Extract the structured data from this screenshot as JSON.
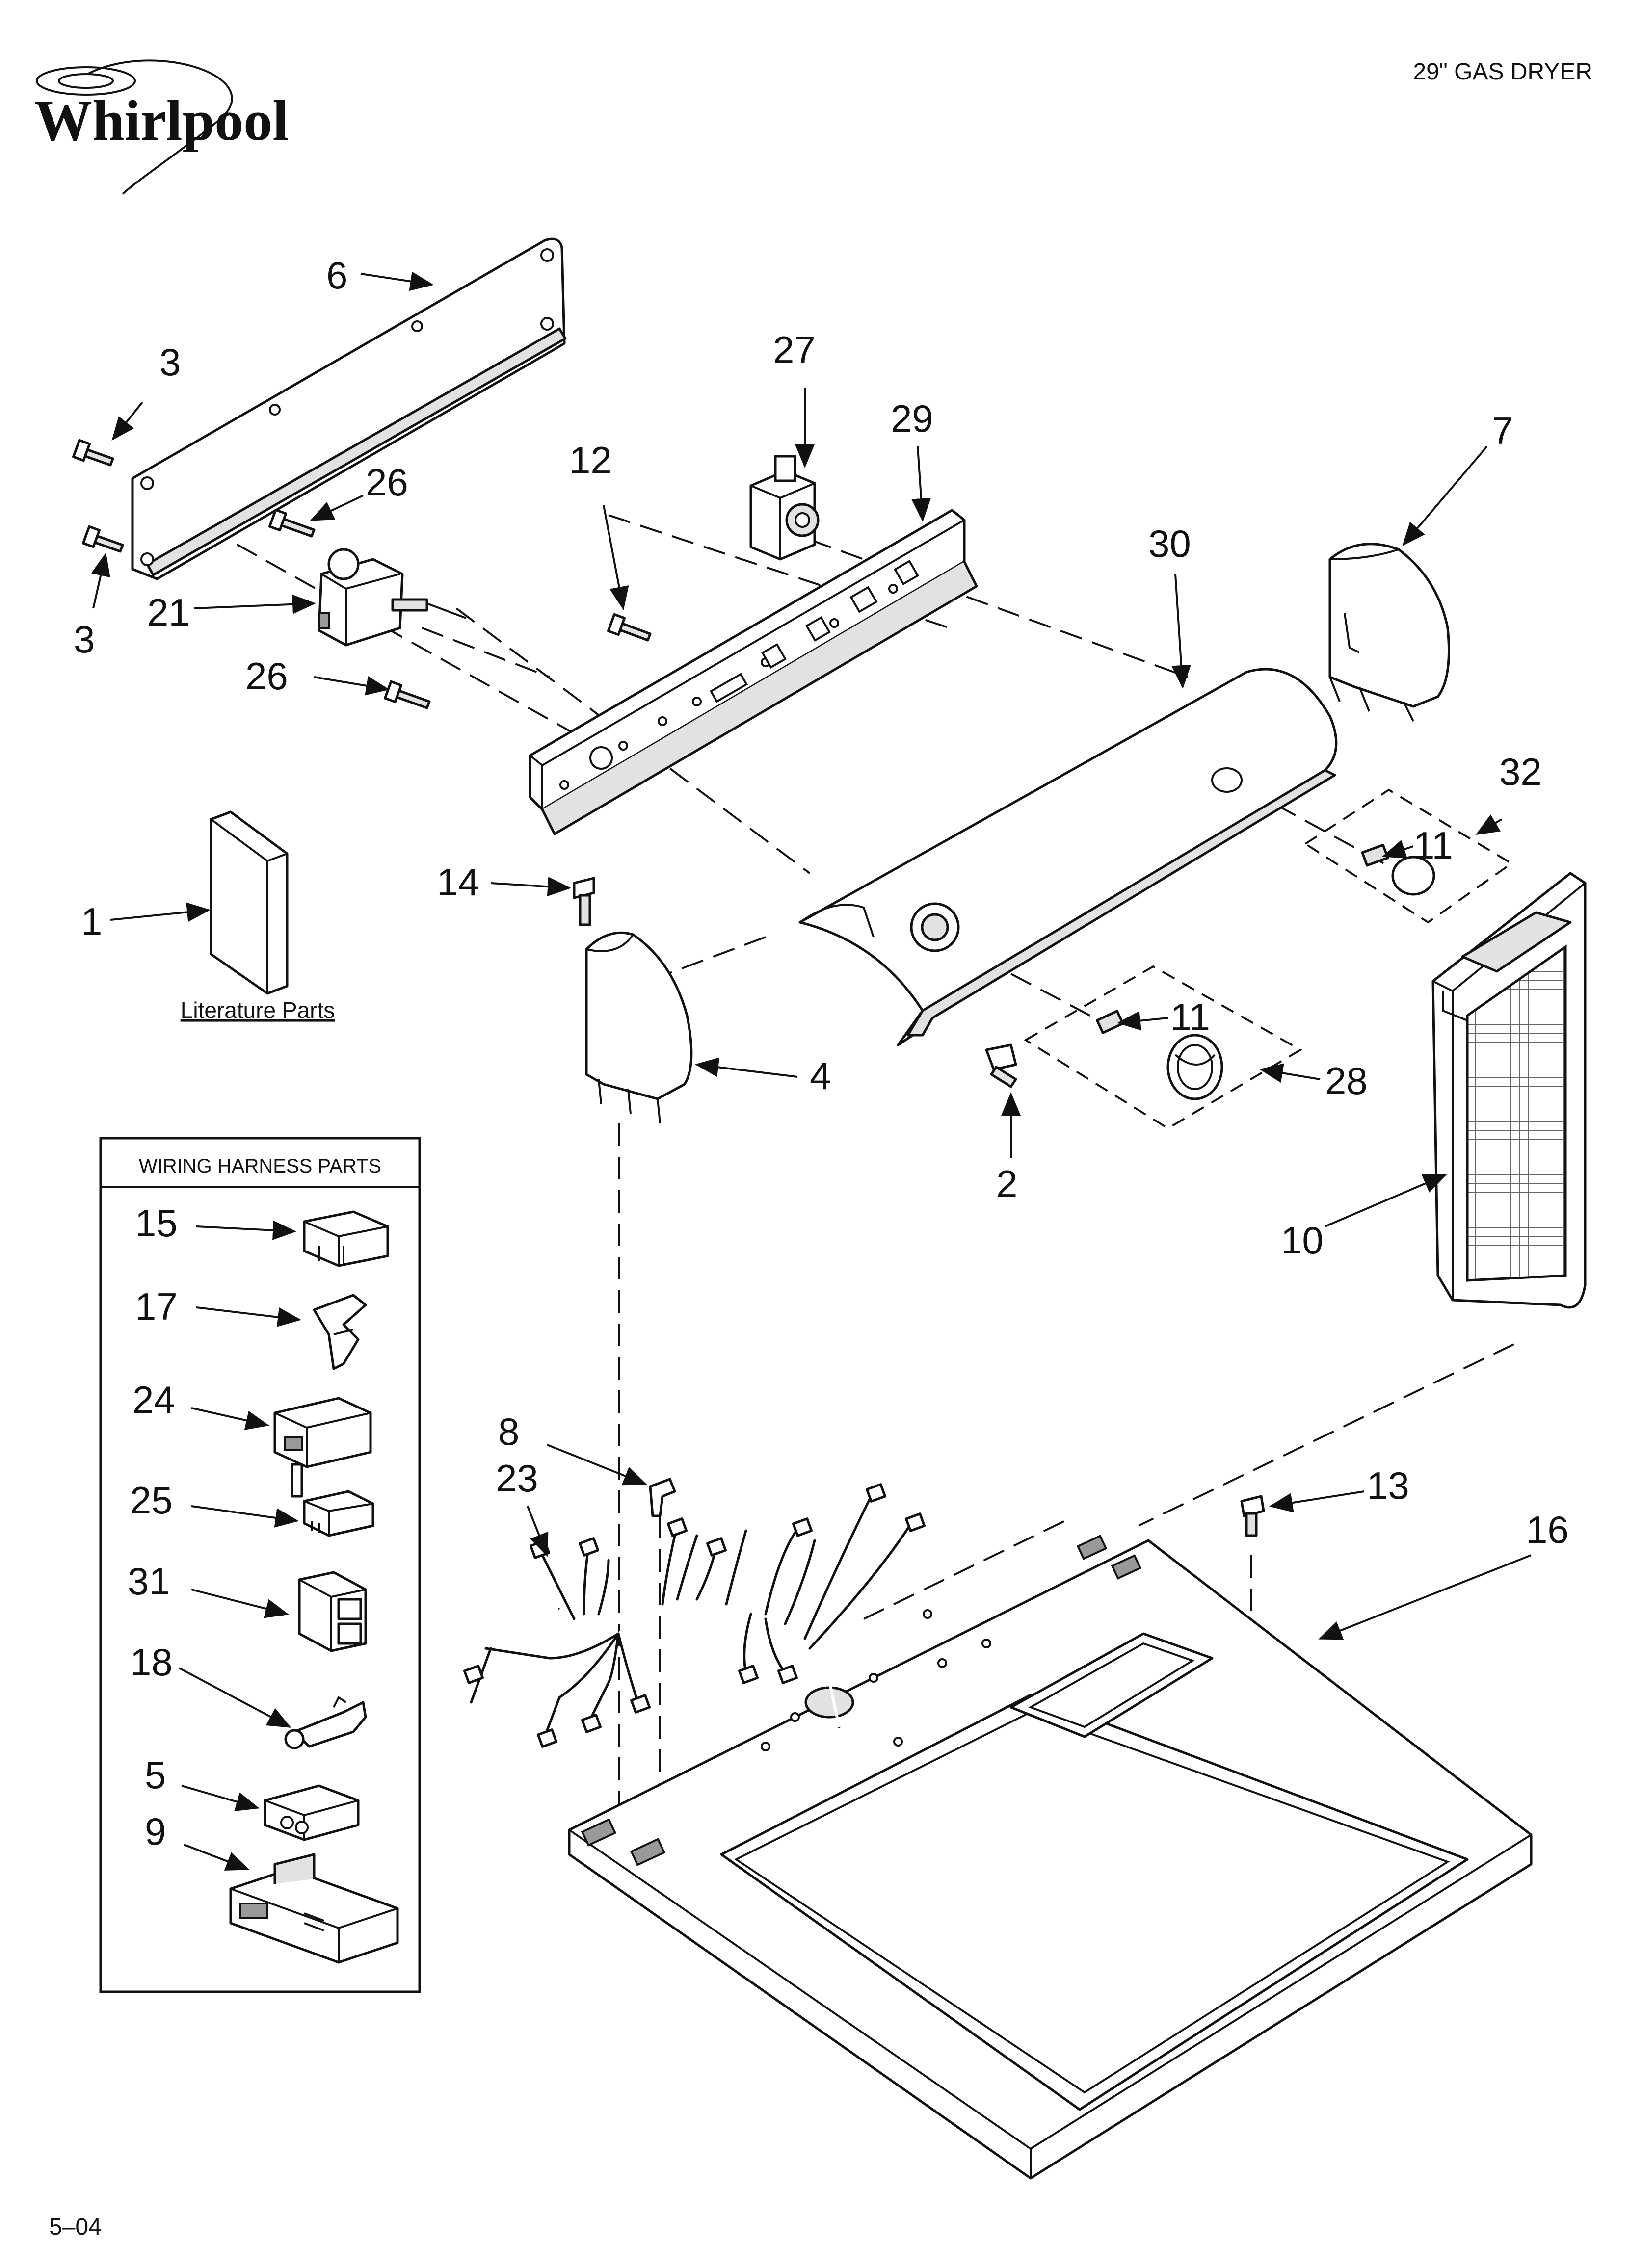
{
  "header": {
    "brand": "Whirlpool",
    "model_type": "29\" GAS DRYER"
  },
  "literature": {
    "label": "Literature Parts"
  },
  "wiring_box": {
    "title": "WIRING HARNESS PARTS"
  },
  "callouts": [
    "6",
    "3",
    "3",
    "27",
    "29",
    "12",
    "26",
    "21",
    "26",
    "7",
    "30",
    "32",
    "1",
    "14",
    "11",
    "11",
    "4",
    "28",
    "2",
    "10",
    "15",
    "17",
    "24",
    "25",
    "31",
    "18",
    "5",
    "9",
    "8",
    "23",
    "13",
    "16"
  ],
  "footer": {
    "page": "5–04"
  }
}
